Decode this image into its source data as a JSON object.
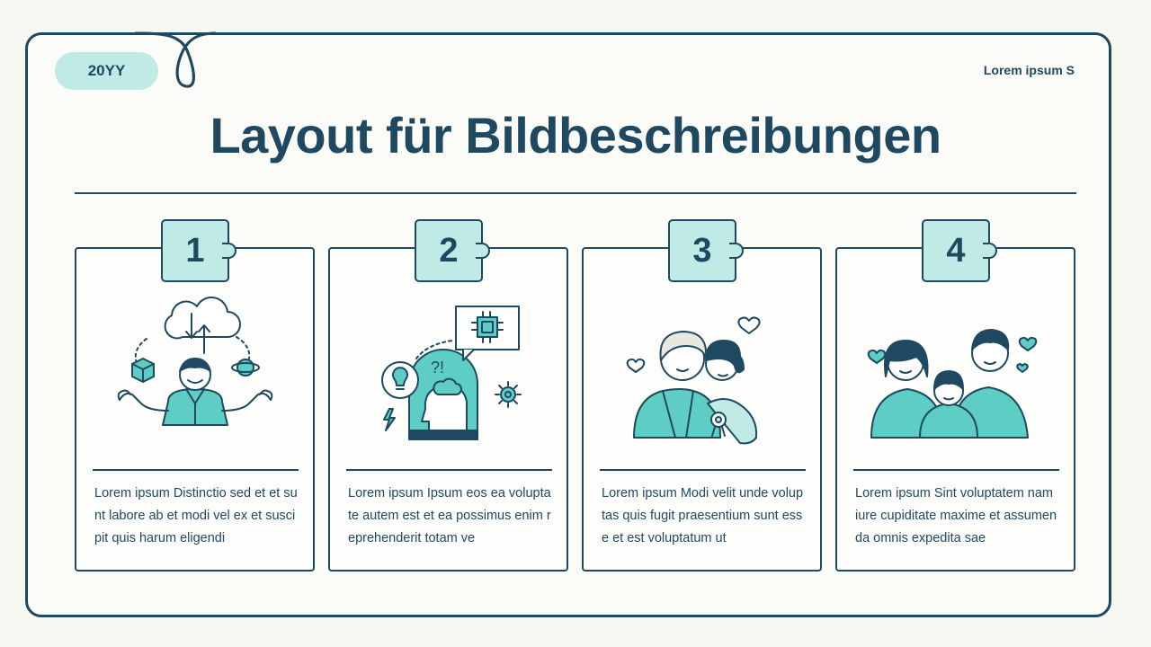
{
  "header": {
    "badge": "20YY",
    "corner_label": "Lorem ipsum S",
    "title": "Layout für Bildbeschreibungen"
  },
  "cards": [
    {
      "number": "1",
      "icon": "person-cloud-data-icon",
      "text": "Lorem ipsum Distinctio sed et et sunt labore ab et modi vel ex et suscipit quis harum eligendi"
    },
    {
      "number": "2",
      "icon": "head-cloud-chip-icon",
      "text": "Lorem ipsum Ipsum eos ea voluptate autem est et ea possimus enim reprehenderit totam ve"
    },
    {
      "number": "3",
      "icon": "grandmother-granddaughter-icon",
      "text": "Lorem ipsum Modi velit unde voluptas quis fugit praesentium sunt esse et est voluptatum ut"
    },
    {
      "number": "4",
      "icon": "family-icon",
      "text": "Lorem ipsum Sint voluptatem nam iure cupiditate maxime et assumenda omnis expedita sae"
    }
  ],
  "colors": {
    "primary": "#1f4960",
    "accent": "#5ecdc4",
    "accent_light": "#bfeae6",
    "background": "#f8f8f3"
  }
}
